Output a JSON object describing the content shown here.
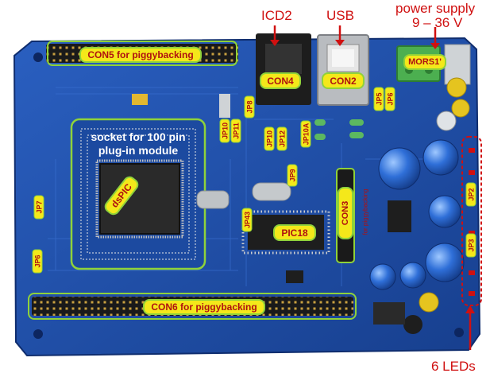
{
  "annotations": {
    "icd2": "ICD2",
    "usb": "USB",
    "power_supply_line1": "power supply",
    "power_supply_line2": "9 – 36 V",
    "leds": "6 LEDs"
  },
  "labels": {
    "con5": "CON5 for piggybacking",
    "con6": "CON6 for piggybacking",
    "con4": "CON4",
    "con2": "CON2",
    "con3": "CON3",
    "con3_sub": "for piggybacking",
    "mors": "MORS1'",
    "socket_line1": "socket for 100 pin",
    "socket_line2": "plug-in module",
    "dspic": "dsPIC",
    "pic18": "PIC18"
  },
  "jumpers": {
    "jp8": "JP8",
    "jp10": "JP10",
    "jp11": "JP11",
    "jp10b": "JP10",
    "jp12": "JP12",
    "jp10a": "JP10A",
    "jp9": "JP9",
    "jp43": "JP43",
    "jp5": "JP5",
    "jp6": "JP6",
    "jp7": "JP7",
    "jp6b": "JP6",
    "jp2": "JP2",
    "jp3": "JP3"
  },
  "colors": {
    "board": "#1d4fa8",
    "board_dark": "#163c86",
    "annotation_red": "#d01010",
    "label_yellow": "#f4e81a",
    "outline_green": "#8fd23a"
  }
}
